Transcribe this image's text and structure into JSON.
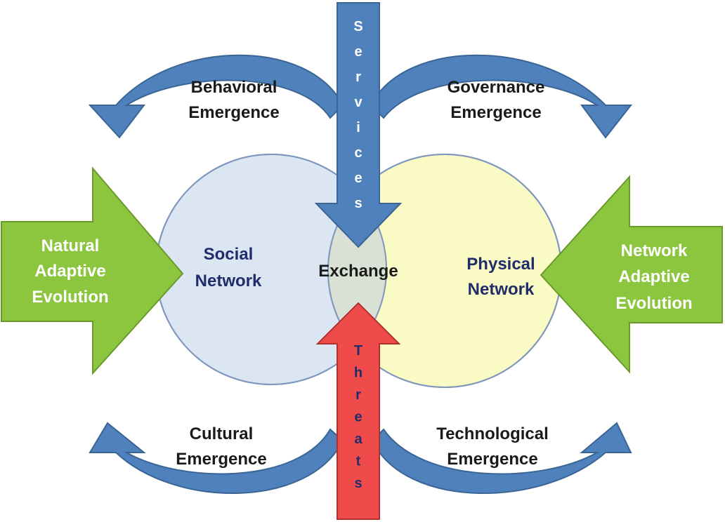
{
  "title": "",
  "colors": {
    "social_fill": "#dce6f3",
    "physical_fill": "#fafac4",
    "overlap_fill": "#d9e0d4",
    "circle_stroke": "#7f97bd",
    "blue_arrow": "#4f81bd",
    "blue_arrow_stroke": "#3a6595",
    "green_arrow": "#8cc63f",
    "red_arrow": "#f04b4b"
  },
  "nodes": {
    "social_network": [
      "Social",
      "Network"
    ],
    "physical_network": [
      "Physical",
      "Network"
    ],
    "exchange": "Exchange"
  },
  "inputs": {
    "left": [
      "Natural",
      "Adaptive",
      "Evolution"
    ],
    "right": [
      "Network",
      "Adaptive",
      "Evolution"
    ]
  },
  "flows": {
    "top": "Services",
    "bottom": "Threats"
  },
  "emergence": {
    "top_left": [
      "Behavioral",
      "Emergence"
    ],
    "top_right": [
      "Governance",
      "Emergence"
    ],
    "bottom_left": [
      "Cultural",
      "Emergence"
    ],
    "bottom_right": [
      "Technological",
      "Emergence"
    ]
  }
}
